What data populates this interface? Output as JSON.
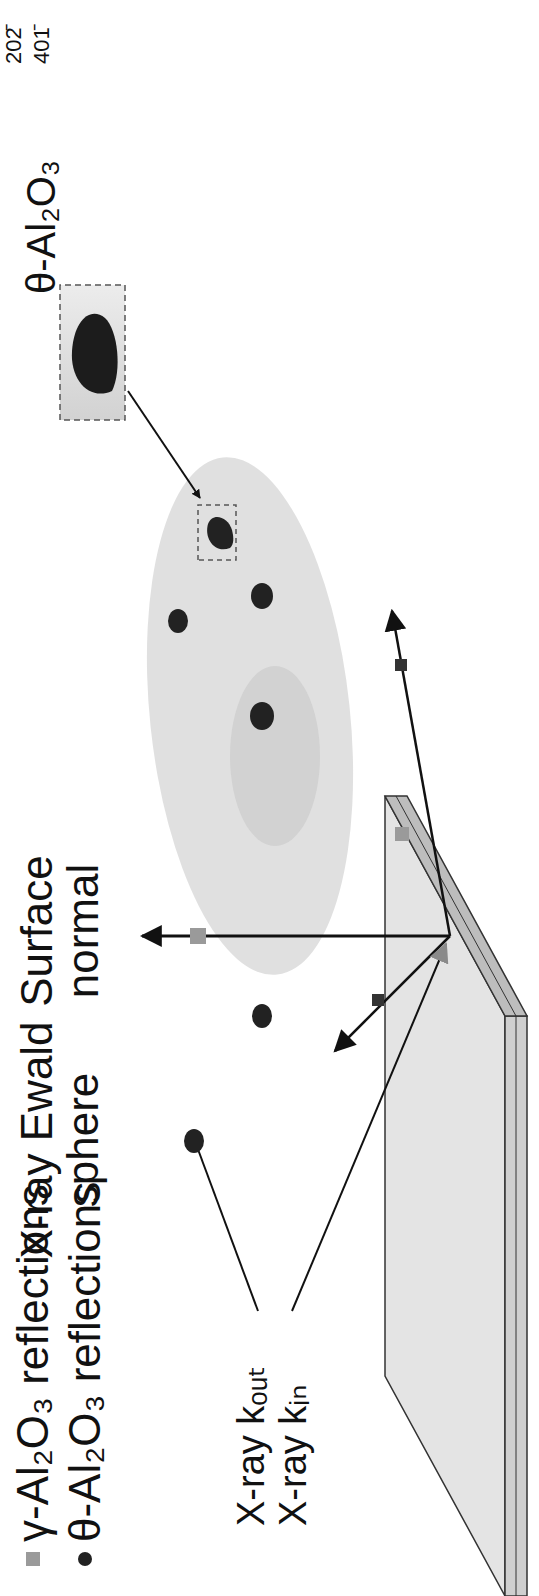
{
  "diagram": {
    "labels": [
      "X-ray Ewald sphere",
      "Surface normal",
      "θ-Al₂O₃",
      "202̄",
      "401̄",
      "X-ray kₒᵤₜ",
      "X-ray kᵢₙ"
    ],
    "legend": [
      {
        "text": "γ-Al₂O₃ reflections",
        "color": "#9a9a9a"
      },
      {
        "text": "θ-Al₂O₃ reflections",
        "color": "#222222"
      }
    ]
  }
}
